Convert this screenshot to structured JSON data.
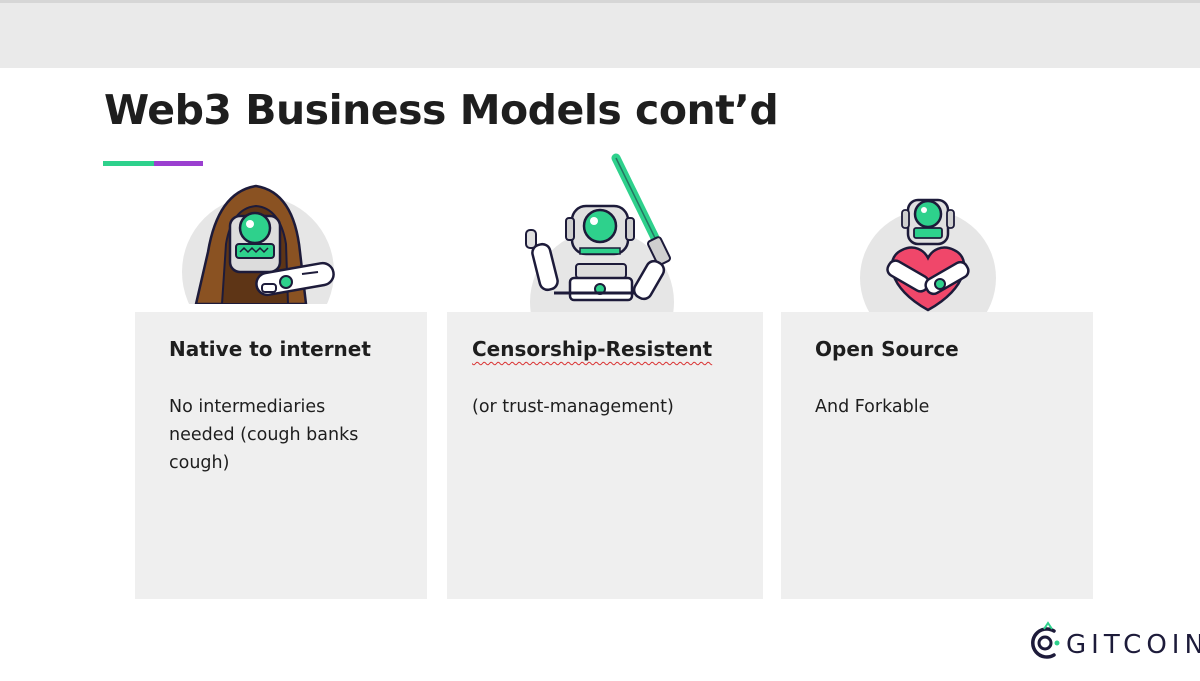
{
  "slide": {
    "title": "Web3 Business Models cont’d"
  },
  "colors": {
    "accent_green": "#2ed18c",
    "accent_purple": "#9b3fd0",
    "card_background": "#efefef",
    "top_bar": "#eaeaea"
  },
  "cards": [
    {
      "title": "Native to internet",
      "body": "No intermediaries needed (cough banks cough)",
      "illustration": "hooded-robot-icon"
    },
    {
      "title": "Censorship-Resistent",
      "body": "(or trust-management)",
      "illustration": "lightsaber-robot-icon"
    },
    {
      "title": "Open Source",
      "body": "And Forkable",
      "illustration": "heart-robot-icon"
    }
  ],
  "logo": {
    "text": "GITCOIN"
  }
}
